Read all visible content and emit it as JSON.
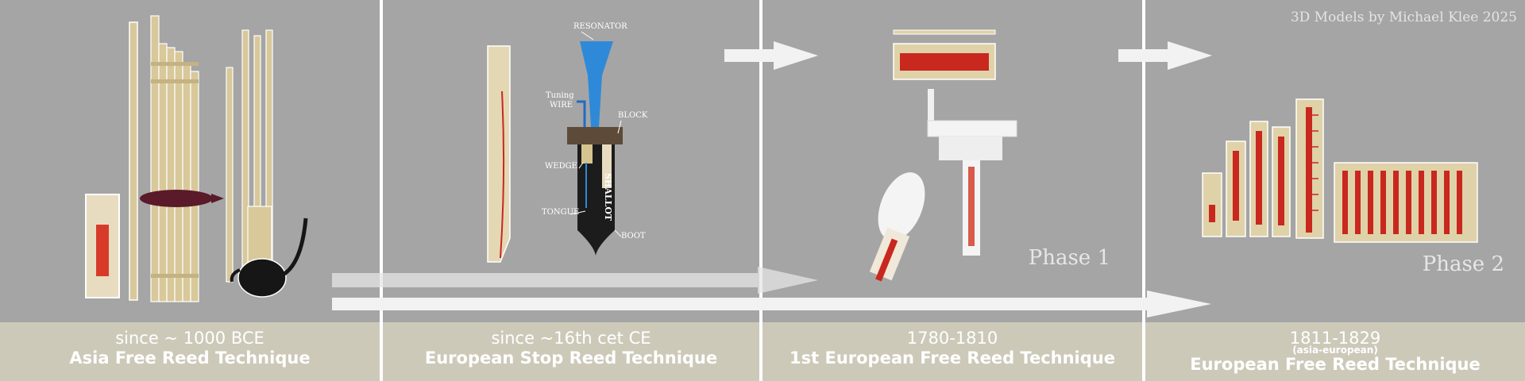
{
  "credit": "3D Models by Michael Klee 2025",
  "panels": [
    {
      "date": "since ~ 1000 BCE",
      "title": "Asia Free Reed Technique"
    },
    {
      "date": "since ~16th cet CE",
      "title": "European Stop Reed Technique"
    },
    {
      "date": "1780-1810",
      "title": "1st European Free Reed Technique",
      "phase": "Phase 1"
    },
    {
      "date": "1811-1829",
      "subtitle": "(asia-european)",
      "title": "European Free Reed Technique",
      "phase": "Phase 2"
    }
  ],
  "labels": {
    "resonator": "RESONATOR",
    "tuning_wire_1": "Tuning",
    "tuning_wire_2": "WIRE",
    "block": "BLOCK",
    "wedge": "WEDGE",
    "shallot": "SHALLOT",
    "tongue": "TONGUE",
    "boot": "BOOT"
  },
  "colors": {
    "panel": "#a5a5a5",
    "caption": "#cdc9b9",
    "bamboo": "#d8c89a",
    "reed_red": "#c8281e",
    "resonator_blue": "#2e8ad8",
    "boot_black": "#1c1c1c",
    "block_brown": "#5e4a38",
    "arrow_white": "#f2f2f2"
  },
  "icons": [
    "sheng-instrument",
    "organ-reed-pipe",
    "free-reed-tongue",
    "reed-plates"
  ]
}
